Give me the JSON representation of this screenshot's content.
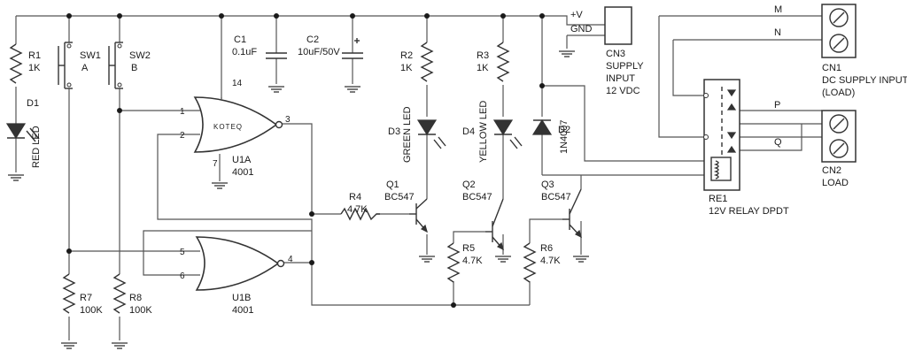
{
  "labels": {
    "r1": "R1",
    "r1v": "1K",
    "d1": "D1",
    "red_led": "RED LED",
    "sw1": "SW1",
    "sw1b": "A",
    "sw2": "SW2",
    "sw2b": "B",
    "c1": "C1",
    "c1v": "0.1uF",
    "c2": "C2",
    "c2v": "10uF/50V",
    "r2": "R2",
    "r2v": "1K",
    "r3": "R3",
    "r3v": "1K",
    "d3": "D3",
    "green_led": "GREEN LED",
    "d4": "D4",
    "yellow_led": "YELLOW LED",
    "d2": "D2",
    "d2v": "1N4007",
    "vplus": "+V",
    "gnd": "GND",
    "cn3": "CN3",
    "supply": "SUPPLY",
    "input": "INPUT",
    "vdc": "12 VDC",
    "m": "M",
    "n": "N",
    "p": "P",
    "q": "Q",
    "cn1": "CN1",
    "cn1a": "DC SUPPLY INPUT",
    "cn1b": "(LOAD)",
    "cn2": "CN2",
    "cn2v": "LOAD",
    "u1a": "U1A",
    "u1av": "4001",
    "u1b": "U1B",
    "u1bv": "4001",
    "koteq": "KOTEQ",
    "pin1": "1",
    "pin2": "2",
    "pin3": "3",
    "pin4": "4",
    "pin5": "5",
    "pin6": "6",
    "pin7": "7",
    "pin14": "14",
    "r4": "R4",
    "r4v": "4.7K",
    "q1": "Q1",
    "q1v": "BC547",
    "q2": "Q2",
    "q2v": "BC547",
    "q3": "Q3",
    "q3v": "BC547",
    "r5": "R5",
    "r5v": "4.7K",
    "r6": "R6",
    "r6v": "4.7K",
    "r7": "R7",
    "r7v": "100K",
    "r8": "R8",
    "r8v": "100K",
    "re1": "RE1",
    "re1v": "12V RELAY DPDT"
  }
}
